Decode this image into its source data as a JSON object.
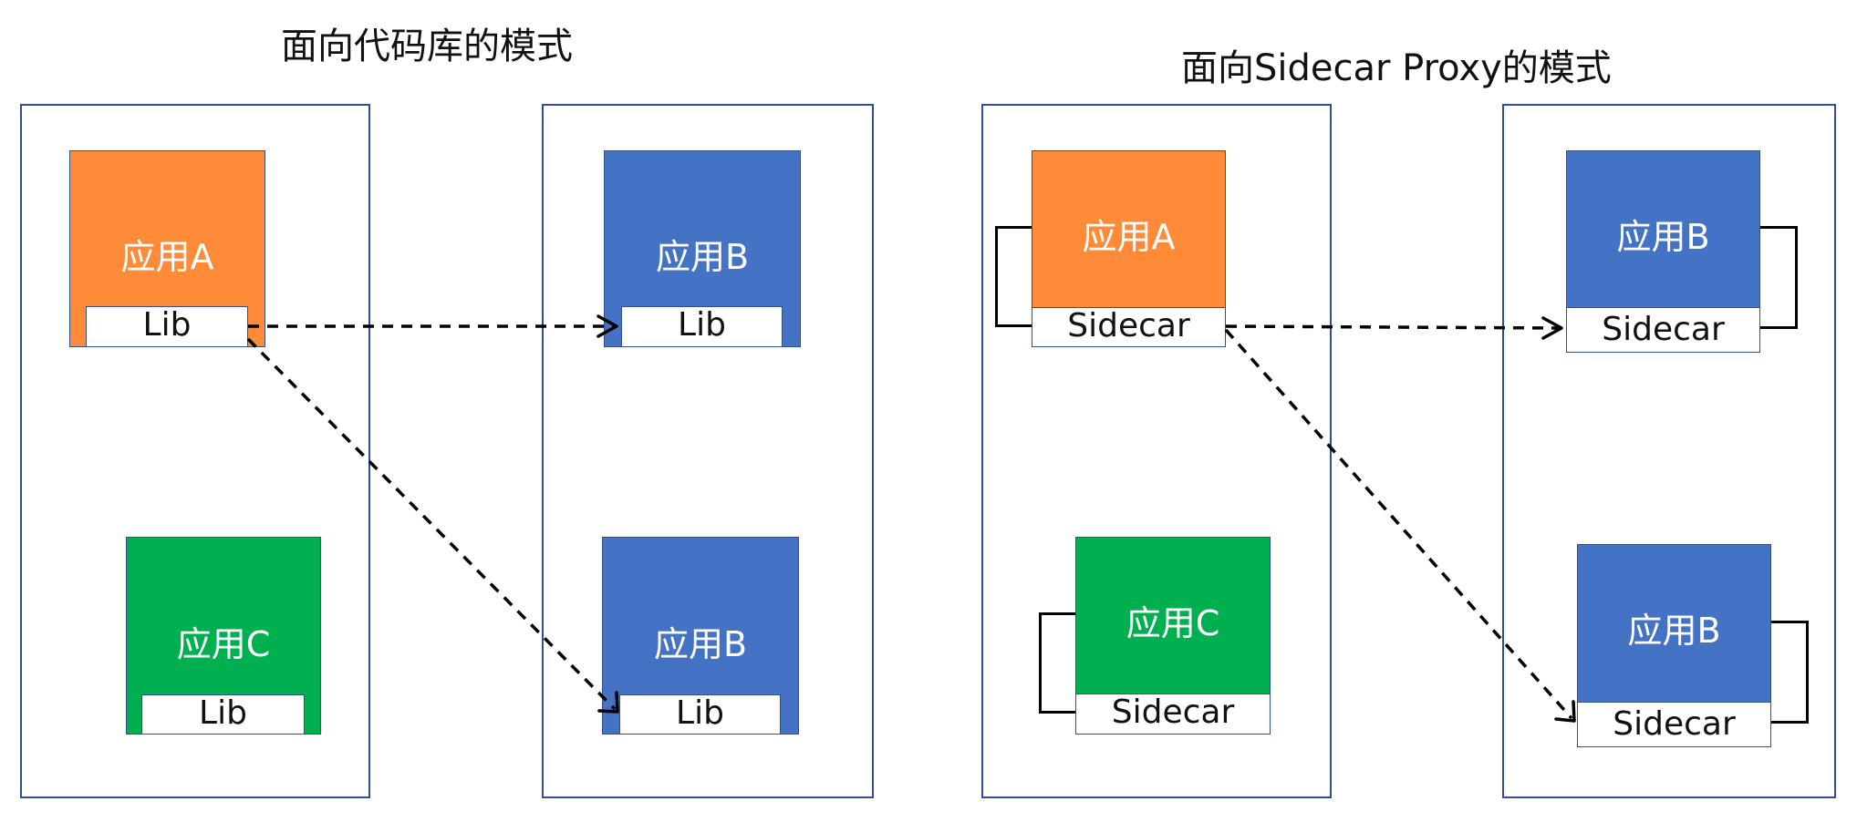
{
  "titles": {
    "library_mode": "面向代码库的模式",
    "sidecar_mode": "面向Sidecar Proxy的模式"
  },
  "labels": {
    "app_a": "应用A",
    "app_b": "应用B",
    "app_c": "应用C",
    "lib": "Lib",
    "sidecar": "Sidecar"
  },
  "colors": {
    "app_a": "#ff8a38",
    "app_b": "#4472c4",
    "app_c": "#00b050",
    "host_border": "#2f4f8f"
  }
}
